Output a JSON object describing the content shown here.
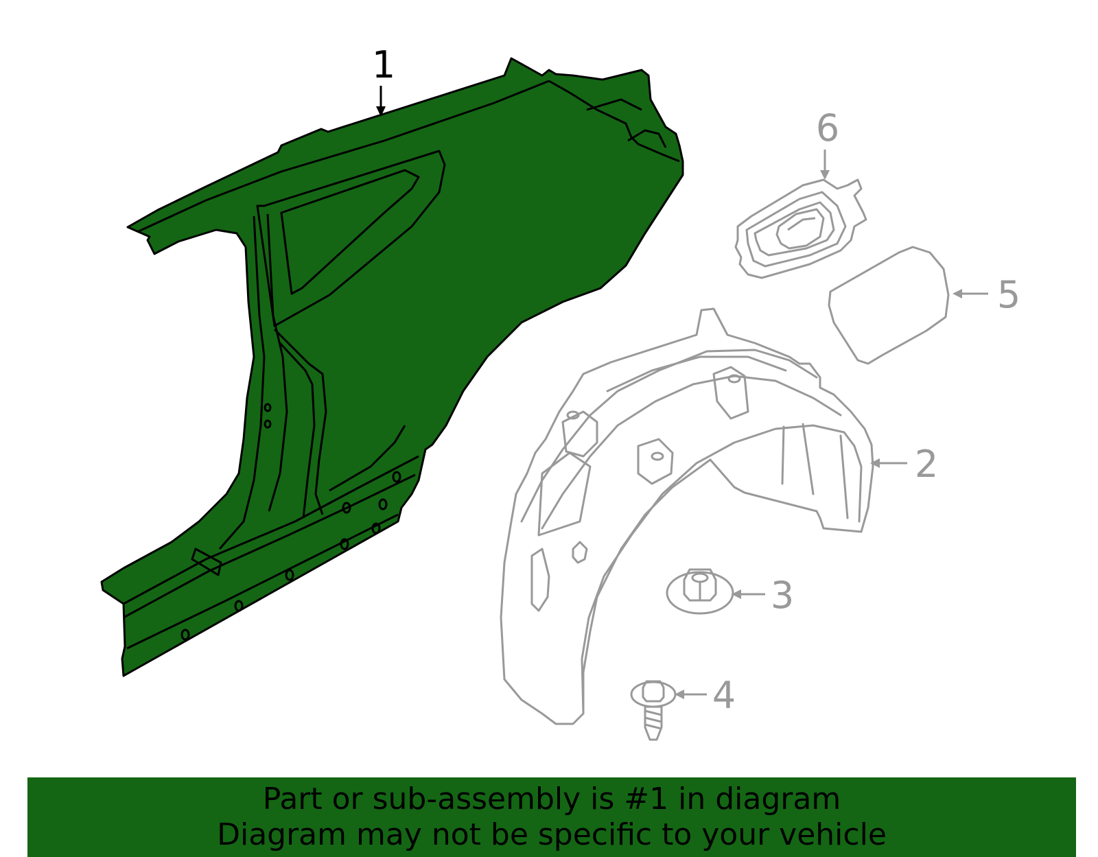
{
  "colors": {
    "highlight_part": "#146614",
    "outline_dark": "#000000",
    "outline_gray": "#999999",
    "banner_bg": "#146614"
  },
  "callouts": [
    {
      "id": "1",
      "part": "quarter-panel"
    },
    {
      "id": "2",
      "part": "wheelhouse-liner"
    },
    {
      "id": "3",
      "part": "nut"
    },
    {
      "id": "4",
      "part": "screw"
    },
    {
      "id": "5",
      "part": "fuel-door"
    },
    {
      "id": "6",
      "part": "fuel-pocket"
    }
  ],
  "footer": {
    "line1": "Part or sub-assembly is #1 in diagram",
    "line2": "Diagram may not be specific to your vehicle"
  }
}
